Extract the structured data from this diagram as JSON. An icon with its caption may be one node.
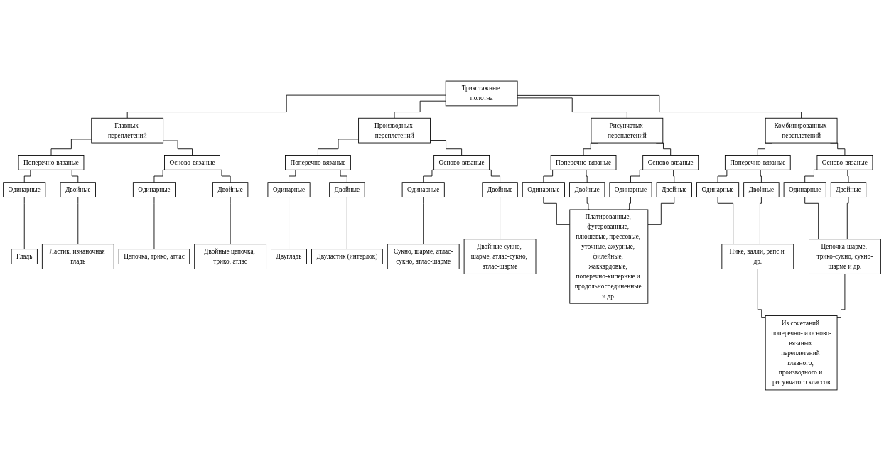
{
  "diagram": {
    "nodes": [
      {
        "text": [
          "Трикотажные полотна"
        ]
      },
      {
        "text": [
          "Главных переплетений"
        ]
      },
      {
        "text": [
          "Поперечно-вязаные"
        ]
      },
      {
        "text": [
          "Осново-вязаные"
        ]
      },
      {
        "text": [
          "Одинарные"
        ]
      },
      {
        "text": [
          "Двойные"
        ]
      },
      {
        "text": [
          "Одинарные"
        ]
      },
      {
        "text": [
          "Двойные"
        ]
      },
      {
        "text": [
          "Гладь"
        ]
      },
      {
        "text": [
          "Ластик, изнаночная гладь"
        ]
      },
      {
        "text": [
          "Цепочка, трико, атлас"
        ]
      },
      {
        "text": [
          "Двойные цепочка, трико, атлас"
        ]
      },
      {
        "text": [
          "Производных переплетений"
        ]
      },
      {
        "text": [
          "Поперечно-вязаные"
        ]
      },
      {
        "text": [
          "Осново-вязаные"
        ]
      },
      {
        "text": [
          "Одинарные"
        ]
      },
      {
        "text": [
          "Двойные"
        ]
      },
      {
        "text": [
          "Одинарные"
        ]
      },
      {
        "text": [
          "Двойные"
        ]
      },
      {
        "text": [
          "Двугладь"
        ]
      },
      {
        "text": [
          "Двуластик (интерлок)"
        ]
      },
      {
        "text": [
          "Сукно, шарме, атлас-сукно, атлас-шарме"
        ]
      },
      {
        "text": [
          "Двойные сукно, шарме, атлас-сукно, атлас-шарме"
        ]
      },
      {
        "text": [
          "Рисунчатых переплетений"
        ]
      },
      {
        "text": [
          "Поперечно-вязаные"
        ]
      },
      {
        "text": [
          "Осново-вязаные"
        ]
      },
      {
        "text": [
          "Одинарные"
        ]
      },
      {
        "text": [
          "Двойные"
        ]
      },
      {
        "text": [
          "Одинарные"
        ]
      },
      {
        "text": [
          "Двойные"
        ]
      },
      {
        "text": [
          "Платированные, футерованные, плюшевые, прессовые, уточные, ажурные, филейные, жаккардовые, поперечно-киперные и продольносоединенные и др."
        ]
      },
      {
        "text": [
          "Комбинированных переплетений"
        ]
      },
      {
        "text": [
          "Поперечно-вязаные"
        ]
      },
      {
        "text": [
          "Осново-вязаные"
        ]
      },
      {
        "text": [
          "Одинарные"
        ]
      },
      {
        "text": [
          "Двойные"
        ]
      },
      {
        "text": [
          "Одинарные"
        ]
      },
      {
        "text": [
          "Двойные"
        ]
      },
      {
        "text": [
          "Пике, валли, репс и др."
        ]
      },
      {
        "text": [
          "Цепочка-шарме, трико-сукно, сукно-шарме и др."
        ]
      },
      {
        "text": [
          "Из сочетаний поперечно- и осново-вязаных переплетений главного, производного и рисунчатого классов"
        ]
      }
    ],
    "edges": [
      {
        "from": 0,
        "to": 1,
        "arrow": "none"
      },
      {
        "from": 0,
        "to": 12,
        "arrow": "none"
      },
      {
        "from": 0,
        "to": 23,
        "arrow": "none"
      },
      {
        "from": 0,
        "to": 31,
        "arrow": "none"
      },
      {
        "from": 1,
        "to": 2,
        "arrow": "none"
      },
      {
        "from": 1,
        "to": 3,
        "arrow": "none"
      },
      {
        "from": 2,
        "to": 4,
        "arrow": "none"
      },
      {
        "from": 2,
        "to": 5,
        "arrow": "none"
      },
      {
        "from": 3,
        "to": 6,
        "arrow": "none"
      },
      {
        "from": 3,
        "to": 7,
        "arrow": "none"
      },
      {
        "from": 4,
        "to": 8,
        "arrow": "none"
      },
      {
        "from": 5,
        "to": 9,
        "arrow": "none"
      },
      {
        "from": 6,
        "to": 10,
        "arrow": "none"
      },
      {
        "from": 7,
        "to": 11,
        "arrow": "none"
      },
      {
        "from": 12,
        "to": 13,
        "arrow": "none"
      },
      {
        "from": 12,
        "to": 14,
        "arrow": "none"
      },
      {
        "from": 13,
        "to": 15,
        "arrow": "none"
      },
      {
        "from": 13,
        "to": 16,
        "arrow": "none"
      },
      {
        "from": 14,
        "to": 17,
        "arrow": "none"
      },
      {
        "from": 14,
        "to": 18,
        "arrow": "none"
      },
      {
        "from": 15,
        "to": 19,
        "arrow": "none"
      },
      {
        "from": 16,
        "to": 20,
        "arrow": "none"
      },
      {
        "from": 17,
        "to": 21,
        "arrow": "none"
      },
      {
        "from": 18,
        "to": 22,
        "arrow": "none"
      },
      {
        "from": 23,
        "to": 24,
        "arrow": "none"
      },
      {
        "from": 23,
        "to": 25,
        "arrow": "none"
      },
      {
        "from": 24,
        "to": 26,
        "arrow": "none"
      },
      {
        "from": 24,
        "to": 27,
        "arrow": "none"
      },
      {
        "from": 25,
        "to": 28,
        "arrow": "none"
      },
      {
        "from": 25,
        "to": 29,
        "arrow": "none"
      },
      {
        "from": 26,
        "to": 30,
        "arrow": "none"
      },
      {
        "from": 27,
        "to": 30,
        "arrow": "none"
      },
      {
        "from": 28,
        "to": 30,
        "arrow": "none"
      },
      {
        "from": 29,
        "to": 30,
        "arrow": "none"
      },
      {
        "from": 31,
        "to": 32,
        "arrow": "none"
      },
      {
        "from": 31,
        "to": 33,
        "arrow": "none"
      },
      {
        "from": 32,
        "to": 34,
        "arrow": "none"
      },
      {
        "from": 32,
        "to": 35,
        "arrow": "none"
      },
      {
        "from": 33,
        "to": 36,
        "arrow": "none"
      },
      {
        "from": 33,
        "to": 37,
        "arrow": "none"
      },
      {
        "from": 34,
        "to": 38,
        "arrow": "none"
      },
      {
        "from": 35,
        "to": 38,
        "arrow": "none"
      },
      {
        "from": 36,
        "to": 39,
        "arrow": "none"
      },
      {
        "from": 37,
        "to": 39,
        "arrow": "none"
      },
      {
        "from": 38,
        "to": 40,
        "arrow": "none"
      },
      {
        "from": 39,
        "to": 40,
        "arrow": "none"
      }
    ]
  }
}
